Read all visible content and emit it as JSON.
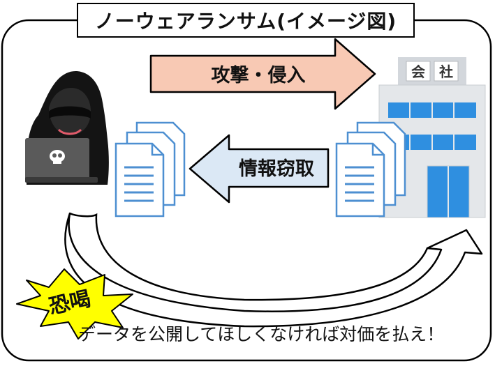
{
  "title": "ノーウェアランサム(イメージ図)",
  "building": {
    "sign_left": "会",
    "sign_right": "社"
  },
  "arrows": {
    "attack": "攻撃・侵入",
    "theft": "情報窃取"
  },
  "extortion": {
    "label": "恐喝",
    "message": "データを公開してほしくなければ対価を払え！"
  },
  "colors": {
    "attack_arrow": "#f8c9b4",
    "theft_arrow": "#dbe8f5",
    "burst": "#ffff00",
    "building_window": "#2f8fe0",
    "document_stroke": "#4d8fd1"
  }
}
